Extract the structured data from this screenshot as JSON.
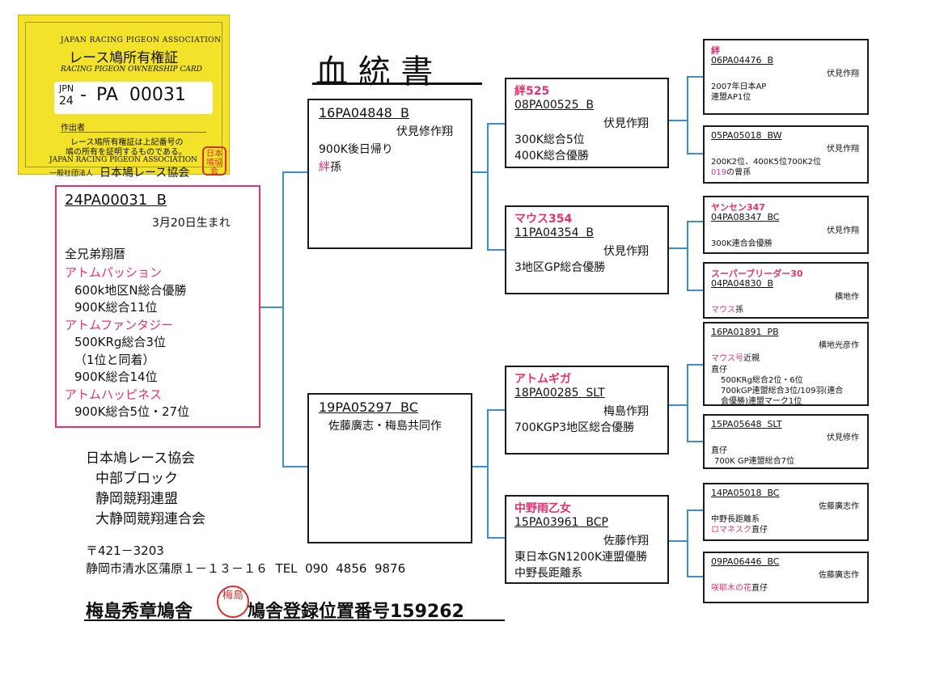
{
  "card": {
    "assoc_top": "JAPAN RACING PIGEON ASSOCIATION",
    "title_jp": "レース鳩所有権証",
    "title_en": "RACING PIGEON OWNERSHIP CARD",
    "jpn": "JPN",
    "year": "24",
    "dash": "-",
    "ring": "PA  00031",
    "issuer_label": "作出者",
    "note_line1": "レース鳩所有権証は上記番号の",
    "note_line2": "鳩の所有を証明するものである。",
    "assoc_en": "JAPAN RACING PIGEON ASSOCIATION",
    "assoc_prefix": "一般社団法人",
    "assoc_jp": "日本鳩レース協会",
    "seal_text": "日本鳩協会"
  },
  "doc_title": "血 統 書",
  "main": {
    "ring": "24PA00031  B",
    "birth": "3月20日生まれ",
    "siblings_label": "全兄弟翔暦",
    "items": [
      {
        "text": "アトムパッション",
        "pink": true
      },
      {
        "text": "600k地区N総合優勝",
        "pink": false
      },
      {
        "text": "900K総合11位",
        "pink": false
      },
      {
        "text": "アトムファンタジー",
        "pink": true
      },
      {
        "text": "500KRg総合3位",
        "pink": false
      },
      {
        "text": "（1位と同着）",
        "pink": false
      },
      {
        "text": "900K総合14位",
        "pink": false
      },
      {
        "text": "アトムハッピネス",
        "pink": true
      },
      {
        "text": "900K総合5位・27位",
        "pink": false
      }
    ]
  },
  "sire": {
    "ring": "16PA04848  B",
    "breeder": "伏見修作翔",
    "line1": "900K後日帰り",
    "grand_pink": "絆",
    "grand_suffix": "孫"
  },
  "dam": {
    "ring": "19PA05297  BC",
    "breeder": "佐藤廣志・梅島共同作"
  },
  "gp": [
    {
      "name": "絆525",
      "ring": "08PA00525  B",
      "breeder": "伏見作翔",
      "lines": [
        "300K総合5位",
        "400K総合優勝"
      ]
    },
    {
      "name": "マウス354",
      "ring": "11PA04354  B",
      "breeder": "伏見作翔",
      "lines": [
        "3地区GP総合優勝"
      ]
    },
    {
      "name": "アトムギガ",
      "ring": "18PA00285  SLT",
      "breeder": "梅島作翔",
      "lines": [
        "700KGP3地区総合優勝"
      ]
    },
    {
      "name": "中野雨乙女",
      "ring": "15PA03961  BCP",
      "breeder": "佐藤作翔",
      "lines": [
        "東日本GN1200K連盟優勝",
        "中野長距離系"
      ]
    }
  ],
  "ggp": [
    {
      "name": "絆",
      "ring": "06PA04476  B",
      "breeder": "伏見作翔",
      "lines": [
        "2007年日本AP",
        "連盟AP1位"
      ]
    },
    {
      "name": "",
      "ring": "05PA05018  BW",
      "breeder": "伏見作翔",
      "lines": [
        "200K2位、400K5位700K2位"
      ],
      "pink_word": "019",
      "suffix": "の曾孫"
    },
    {
      "name": "ヤンセン347",
      "ring": "04PA08347  BC",
      "breeder": "伏見作翔",
      "lines": [
        "300K連合会優勝"
      ]
    },
    {
      "name": "スーパーブリーダー30",
      "ring": "04PA04830  B",
      "breeder": "横地作",
      "lines": [],
      "pink_word": "マウス",
      "suffix": "孫"
    },
    {
      "name": "",
      "ring": "16PA01891  PB",
      "breeder": "横地光彦作",
      "lines": [
        "直仔",
        "500KRg総合2位・6位",
        "700kGP連盟総合3位/109羽(連合",
        "会優勝)連盟マーク1位"
      ],
      "pink_word": "マウス号",
      "suffix": "近親"
    },
    {
      "name": "",
      "ring": "15PA05648  SLT",
      "breeder": "伏見修作",
      "lines": [
        "直仔",
        "700K GP連盟総合7位"
      ]
    },
    {
      "name": "",
      "ring": "14PA05018  BC",
      "breeder": "佐藤廣志作",
      "lines": [
        "中野長距離系"
      ],
      "pink_word": "ロマネスク",
      "suffix": "直仔"
    },
    {
      "name": "",
      "ring": "09PA06446  BC",
      "breeder": "佐藤廣志作",
      "lines": [],
      "pink_word": "咲耶木の花",
      "suffix": "直仔"
    }
  ],
  "owner": {
    "assoc": "日本鳩レース協会",
    "block": "中部ブロック",
    "league": "静岡競翔連盟",
    "union": "大静岡競翔連合会",
    "postal": "〒421－3203",
    "address": "静岡市清水区蒲原１－１３－１６  TEL  090  4856  9876",
    "loft_name": "梅島秀章鳩舎",
    "hanko": "梅島",
    "registration": "鳩舎登録位置番号159262"
  }
}
